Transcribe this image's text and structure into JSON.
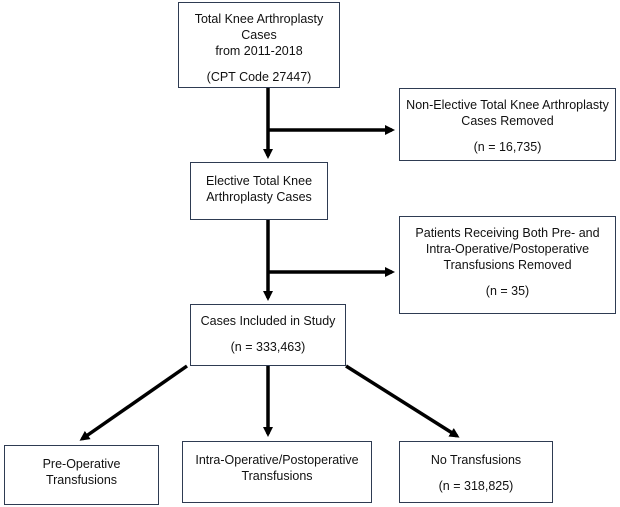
{
  "boxes": {
    "total": {
      "line1": "Total Knee Arthroplasty Cases",
      "line2": "from 2011-2018",
      "line3": "(CPT Code 27447)"
    },
    "nonelective": {
      "line1": "Non-Elective Total Knee Arthroplasty",
      "line2": "Cases Removed",
      "line3": "(n = 16,735)"
    },
    "elective": {
      "line1": "Elective Total Knee",
      "line2": "Arthroplasty Cases"
    },
    "both": {
      "line1": "Patients Receiving Both Pre- and",
      "line2": "Intra-Operative/Postoperative",
      "line3": "Transfusions Removed",
      "line4": "(n = 35)"
    },
    "included": {
      "line1": "Cases Included in Study",
      "line2": "(n = 333,463)"
    },
    "pre": {
      "line1": "Pre-Operative",
      "line2": "Transfusions"
    },
    "intra": {
      "line1": "Intra-Operative/Postoperative",
      "line2": "Transfusions"
    },
    "none": {
      "line1": "No Transfusions",
      "line2": "(n = 318,825)"
    }
  },
  "colors": {
    "box_border": "#2e3b52",
    "arrow": "#000000"
  }
}
